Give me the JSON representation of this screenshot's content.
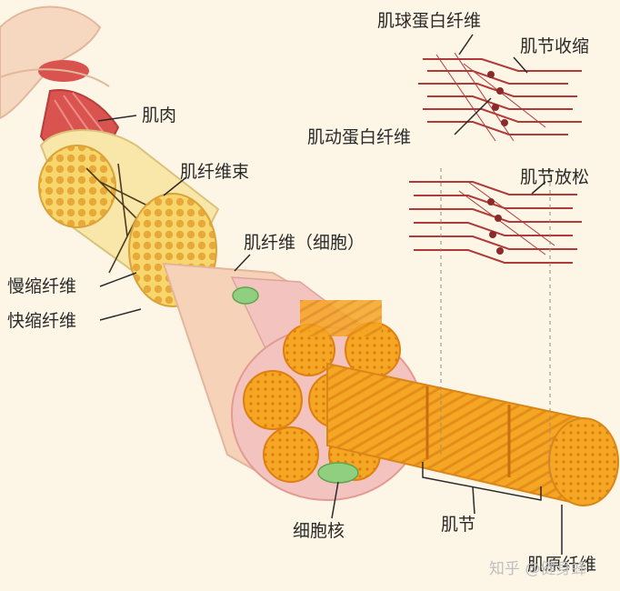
{
  "labels": {
    "muscle": "肌肉",
    "fascicle": "肌纤维束",
    "fiber_cell": "肌纤维（细胞）",
    "slow_fiber": "慢缩纤维",
    "fast_fiber": "快缩纤维",
    "nucleus": "细胞核",
    "sarcomere": "肌节",
    "myofibril": "肌原纤维",
    "myosin": "肌球蛋白纤维",
    "actin": "肌动蛋白纤维",
    "contracted": "肌节收缩",
    "relaxed": "肌节放松"
  },
  "watermark": "知乎 @健身蜂",
  "colors": {
    "background": "#fdf6e6",
    "muscle_red": "#d9534f",
    "fiber_orange": "#f5a623",
    "fiber_yellow": "#f7d76b",
    "sheath_pink": "#f3c4bf",
    "nucleus_green": "#8fcf7f",
    "filament_red": "#b03a3a"
  }
}
